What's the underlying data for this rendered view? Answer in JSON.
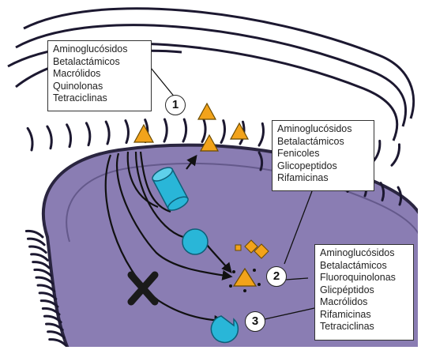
{
  "mechanisms": [
    {
      "number": "1",
      "antibiotics": [
        "Aminoglucósidos",
        "Betalactámicos",
        "Macrólidos",
        "Quinolonas",
        "Tetraciclinas"
      ]
    },
    {
      "number": "2",
      "antibiotics": [
        "Aminoglucósidos",
        "Betalactámicos",
        "Fenicoles",
        "Glicopeptidos",
        "Rifamicinas"
      ]
    },
    {
      "number": "3",
      "antibiotics": [
        "Aminoglucósidos",
        "Betalactámicos",
        "Fluoroquinolonas",
        "Glicpéptidos",
        "Macrólidos",
        "Rifamicinas",
        "Tetraciclinas"
      ]
    }
  ],
  "colors": {
    "cell_fill": "#8a7db3",
    "membrane_outline": "#2a2540",
    "antibiotic": "#f2a31b",
    "protein": "#29b6d8",
    "blocked_mark": "#1a1a1a"
  },
  "icons": {
    "antibiotic": "triangle",
    "efflux_pump": "cylinder",
    "enzyme": "circle",
    "altered_target": "pacman",
    "blocked": "x-mark"
  }
}
